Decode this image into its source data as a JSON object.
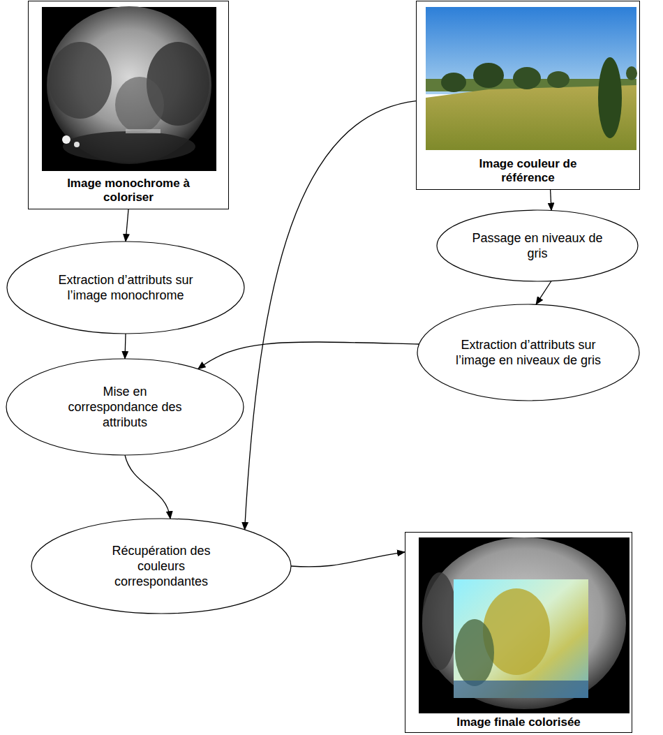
{
  "diagram": {
    "nodes": [
      {
        "text": [
          "Image monochrome à coloriser"
        ]
      },
      {
        "text": [
          "Image couleur de référence"
        ]
      },
      {
        "text": [
          "Extraction d’attributs sur l’image monochrome"
        ]
      },
      {
        "text": [
          "Passage en niveaux de gris"
        ]
      },
      {
        "text": [
          "Extraction d’attributs sur l’image en niveaux de gris"
        ]
      },
      {
        "text": [
          "Mise en correspondance des attributs"
        ]
      },
      {
        "text": [
          "Récupération des couleurs correspondantes"
        ]
      },
      {
        "text": [
          "Image finale colorisée"
        ]
      }
    ],
    "edges": [
      {
        "from": 0,
        "to": 2,
        "arrow": "to"
      },
      {
        "from": 1,
        "to": 3,
        "arrow": "to"
      },
      {
        "from": 3,
        "to": 4,
        "arrow": "to"
      },
      {
        "from": 2,
        "to": 5,
        "arrow": "to"
      },
      {
        "from": 4,
        "to": 5,
        "arrow": "to"
      },
      {
        "from": 5,
        "to": 6,
        "arrow": "to"
      },
      {
        "from": 1,
        "to": 6,
        "arrow": "to"
      },
      {
        "from": 6,
        "to": 7,
        "arrow": "to"
      }
    ]
  }
}
